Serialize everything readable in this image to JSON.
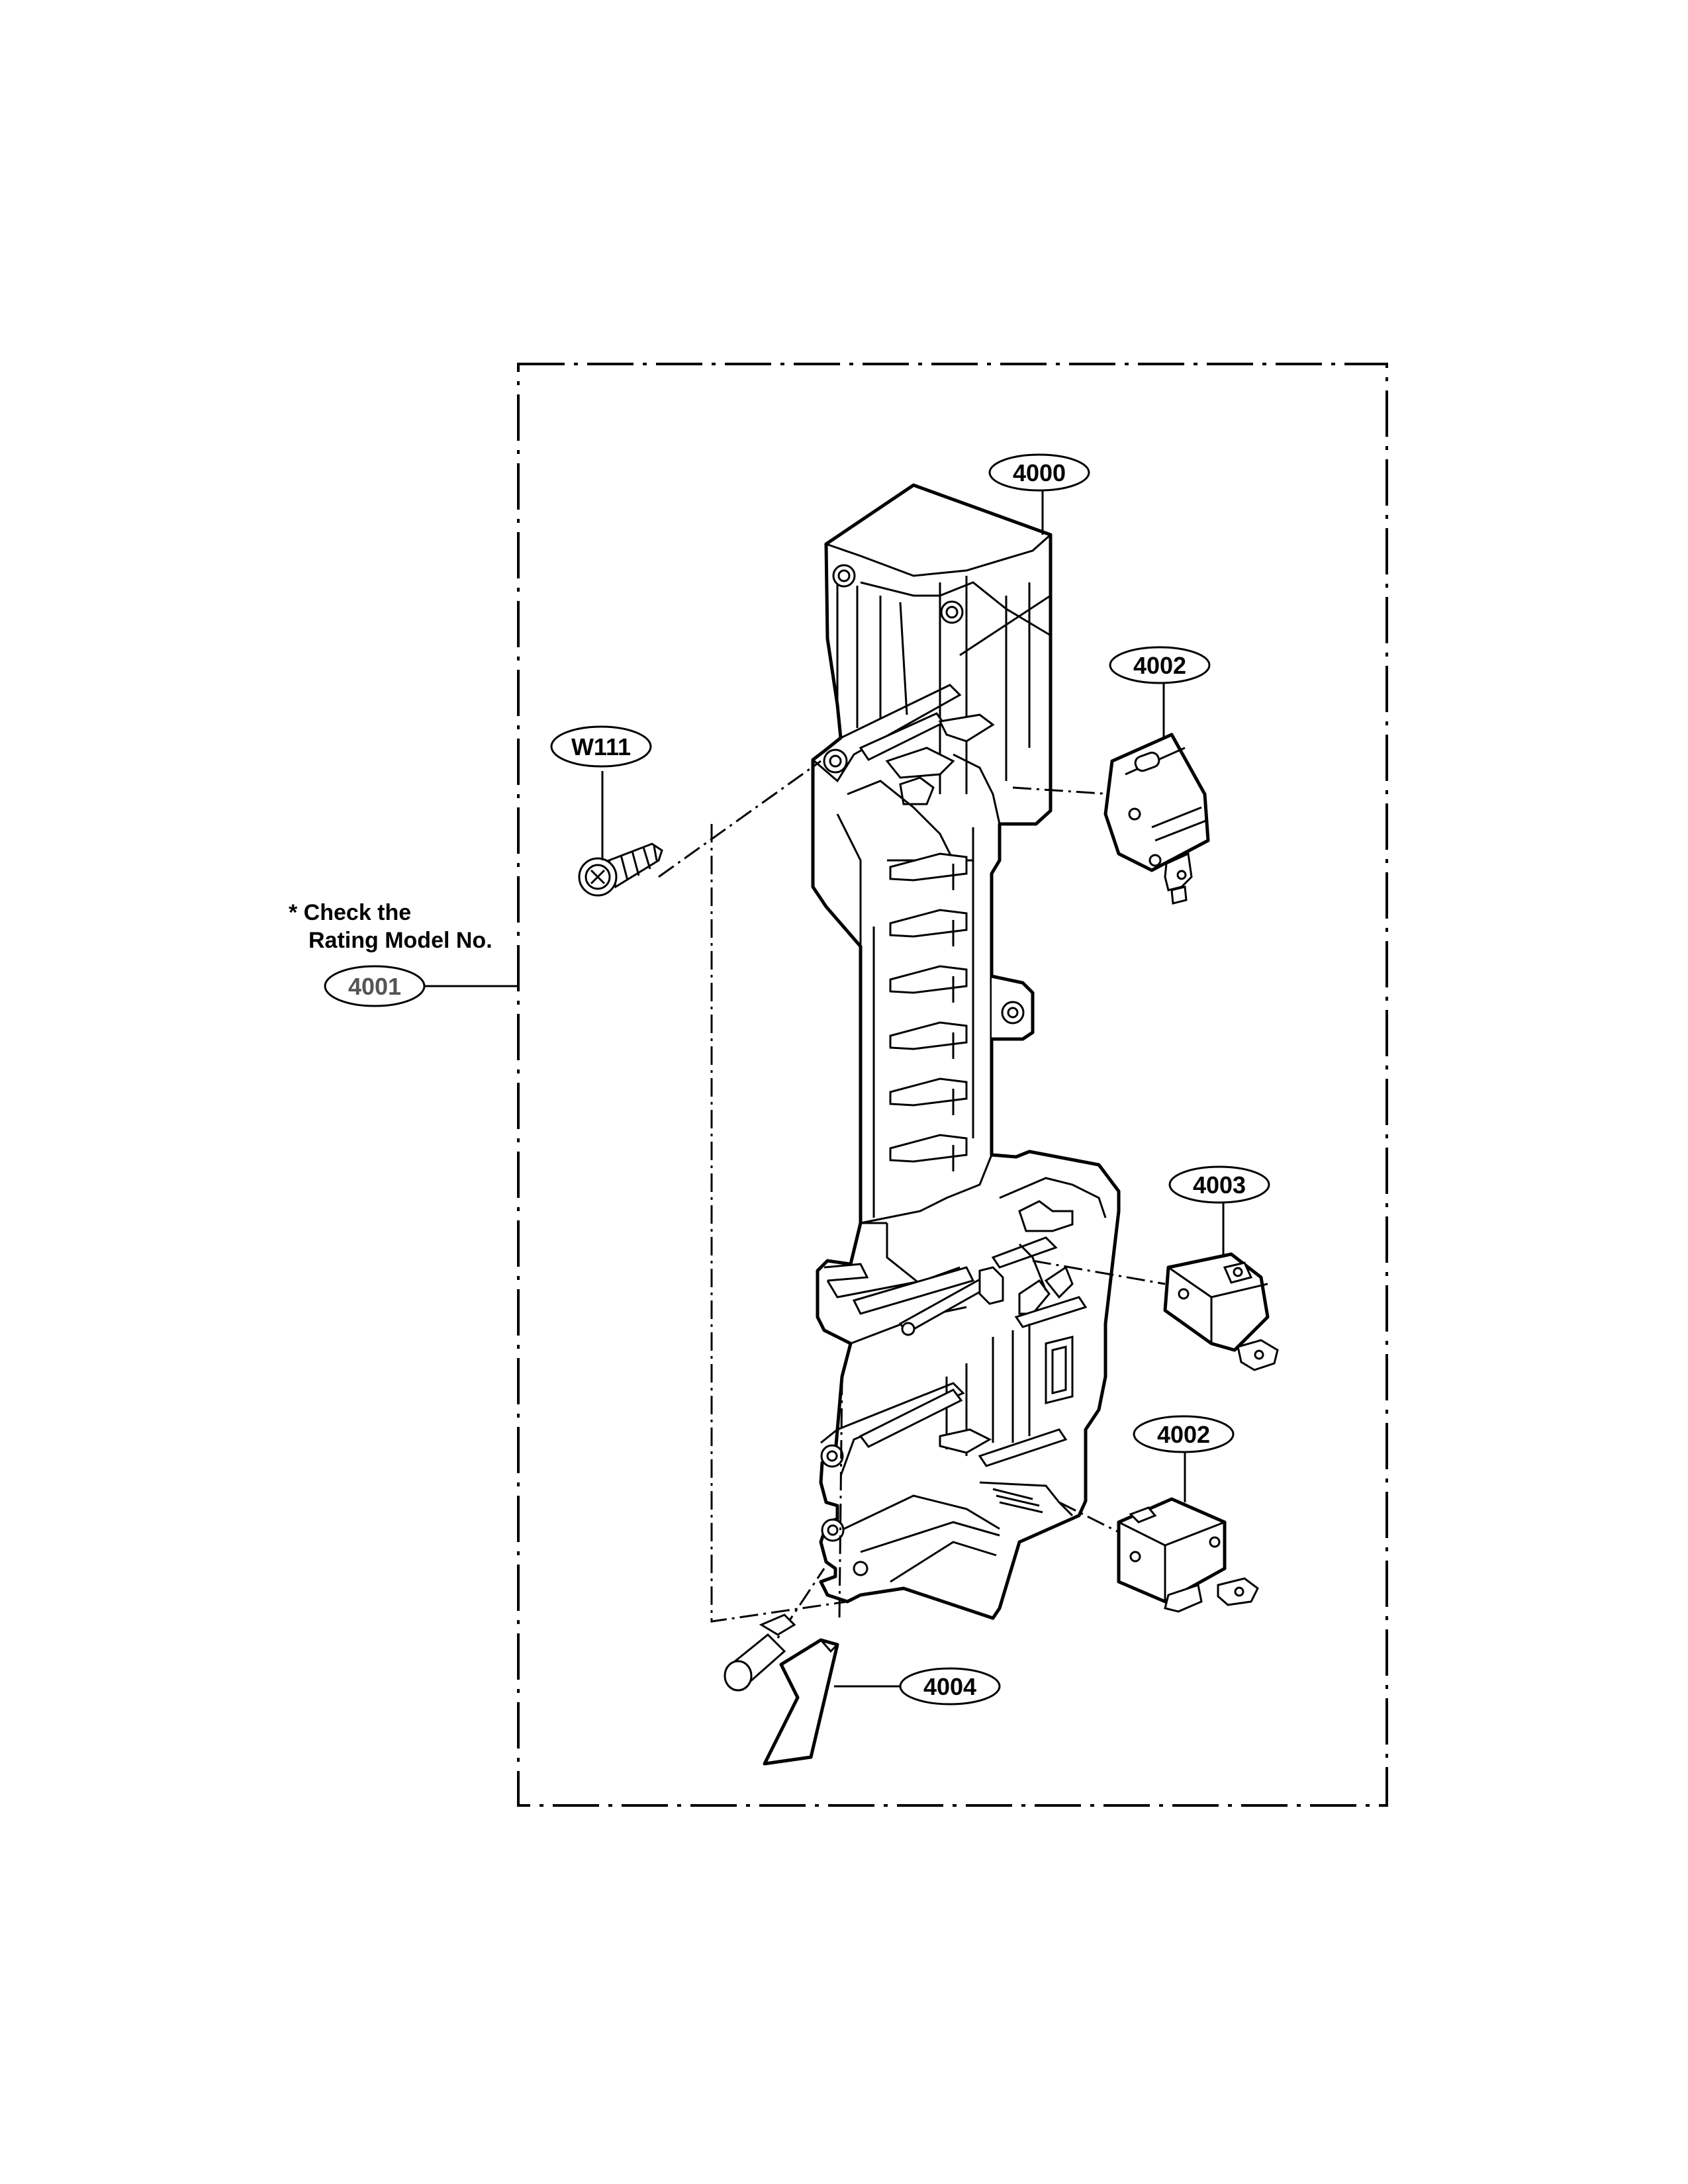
{
  "callouts": {
    "main_frame": "4000",
    "switch_top": "4002",
    "switch_middle": "4003",
    "switch_bottom": "4002",
    "lever": "4004",
    "screw": "W111",
    "assembly": "4001"
  },
  "note": {
    "line1": "* Check the",
    "line2": "Rating Model No."
  }
}
